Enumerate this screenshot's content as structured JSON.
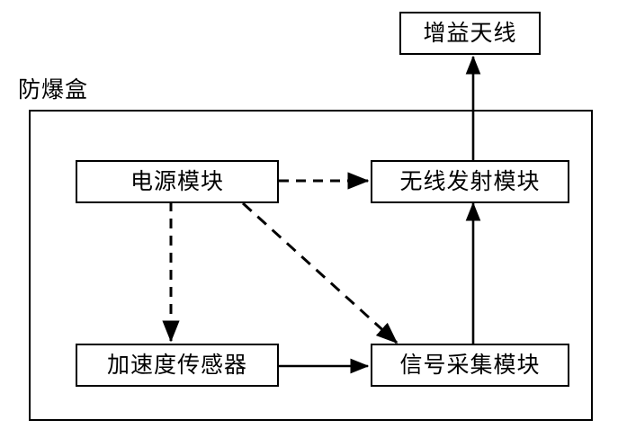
{
  "diagram": {
    "enclosure": {
      "caption": "防爆盒"
    },
    "nodes": [
      {
        "id": "antenna",
        "label": "增益天线"
      },
      {
        "id": "power",
        "label": "电源模块"
      },
      {
        "id": "wireless",
        "label": "无线发射模块"
      },
      {
        "id": "sensor",
        "label": "加速度传感器"
      },
      {
        "id": "acquisition",
        "label": "信号采集模块"
      }
    ],
    "edges": [
      {
        "id": "power-to-wireless",
        "style": "dashed",
        "from": "power",
        "to": "wireless"
      },
      {
        "id": "power-to-sensor",
        "style": "dashed",
        "from": "power",
        "to": "sensor"
      },
      {
        "id": "power-to-acquisition",
        "style": "dashed",
        "from": "power",
        "to": "acquisition"
      },
      {
        "id": "sensor-to-acquisition",
        "style": "solid",
        "from": "sensor",
        "to": "acquisition"
      },
      {
        "id": "acquisition-to-wireless",
        "style": "solid",
        "from": "acquisition",
        "to": "wireless"
      },
      {
        "id": "wireless-to-antenna",
        "style": "solid",
        "from": "wireless",
        "to": "antenna"
      }
    ],
    "colors": {
      "stroke": "#000000",
      "background": "#ffffff",
      "text": "#000000"
    }
  }
}
